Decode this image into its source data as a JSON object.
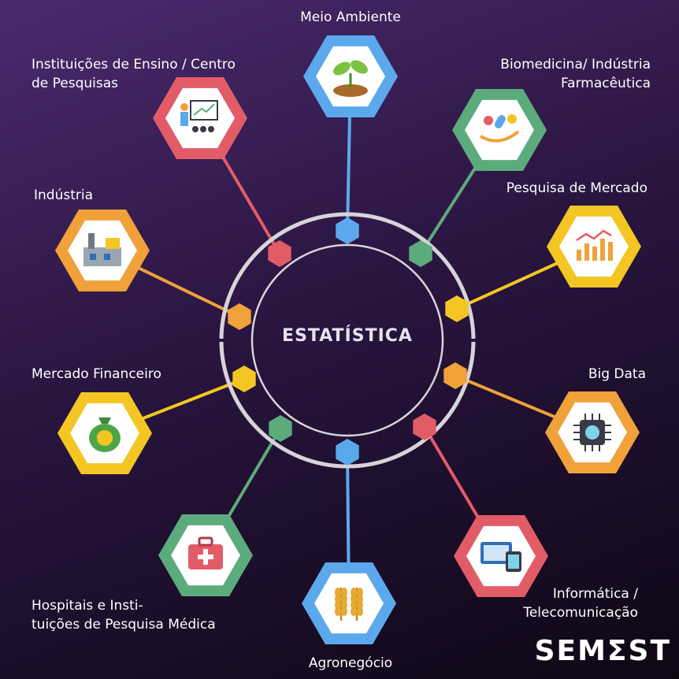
{
  "center": {
    "title": "ESTATÍSTICA"
  },
  "logo": {
    "text": "SEMΣST"
  },
  "colors": {
    "blue": "#5ba9ec",
    "green": "#5cab7d",
    "yellow": "#f3c623",
    "orange": "#f0a13a",
    "red": "#e25c68",
    "ring": "#d7d4d8",
    "icon_bg": "#ffffff"
  },
  "areas": [
    {
      "id": "meio-ambiente",
      "lines": [
        "Meio Ambiente"
      ],
      "color": "blue",
      "icon": "plant-icon"
    },
    {
      "id": "biomedicina",
      "lines": [
        "Biomedicina/ Indústria",
        "Farmacêutica"
      ],
      "color": "green",
      "icon": "medicine-hand-icon"
    },
    {
      "id": "pesquisa-mercado",
      "lines": [
        "Pesquisa de Mercado"
      ],
      "color": "yellow",
      "icon": "bar-chart-icon"
    },
    {
      "id": "big-data",
      "lines": [
        "Big Data"
      ],
      "color": "orange",
      "icon": "chip-icon"
    },
    {
      "id": "informatica",
      "lines": [
        "Informática /",
        "Telecomunicação"
      ],
      "color": "red",
      "icon": "devices-icon"
    },
    {
      "id": "agronegocio",
      "lines": [
        "Agronegócio"
      ],
      "color": "blue",
      "icon": "wheat-icon"
    },
    {
      "id": "hospitais",
      "lines": [
        "Hospitais e Insti-",
        "tuições de Pesquisa Médica"
      ],
      "color": "green",
      "icon": "first-aid-kit-icon"
    },
    {
      "id": "mercado-financeiro",
      "lines": [
        "Mercado Financeiro"
      ],
      "color": "yellow",
      "icon": "money-bag-icon"
    },
    {
      "id": "industria",
      "lines": [
        "Indústria"
      ],
      "color": "orange",
      "icon": "factory-icon"
    },
    {
      "id": "instituicoes-ensino",
      "lines": [
        "Instituições de Ensino / Centro",
        "de Pesquisas"
      ],
      "color": "red",
      "icon": "presentation-icon"
    }
  ]
}
